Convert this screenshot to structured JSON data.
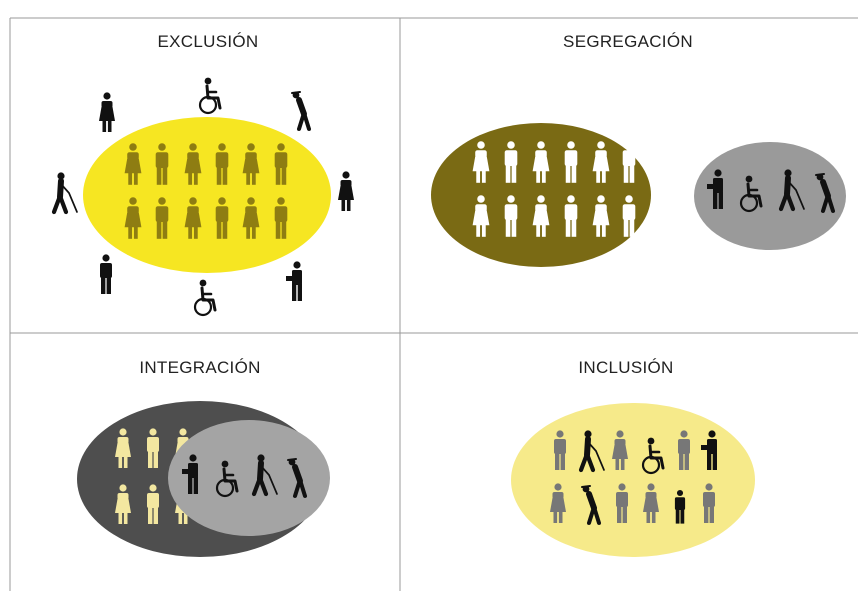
{
  "panels": {
    "exclusion": {
      "title": "EXCLUSIÓN"
    },
    "segregation": {
      "title": "SEGREGACIÓN"
    },
    "integration": {
      "title": "INTEGRACIÓN"
    },
    "inclusion": {
      "title": "INCLUSIÓN"
    }
  },
  "colors": {
    "grid_line": "#9a9a9a",
    "exclusion_ellipse": "#f6e622",
    "exclusion_figure": "#8e7d12",
    "outside_figure": "#111111",
    "segregation_main": "#7a6a14",
    "segregation_minor": "#9a9a9a",
    "white_figure": "#ffffff",
    "integration_outer": "#4e4e4e",
    "integration_inner": "#a4a4a4",
    "cream_figure": "#f3e7a0",
    "inclusion_ellipse": "#f6ea8a",
    "inclusion_grey_figure": "#777777"
  },
  "icons": [
    "woman-icon",
    "man-icon",
    "wheelchair-icon",
    "blind-person-icon",
    "crutch-person-icon",
    "armless-person-icon"
  ]
}
